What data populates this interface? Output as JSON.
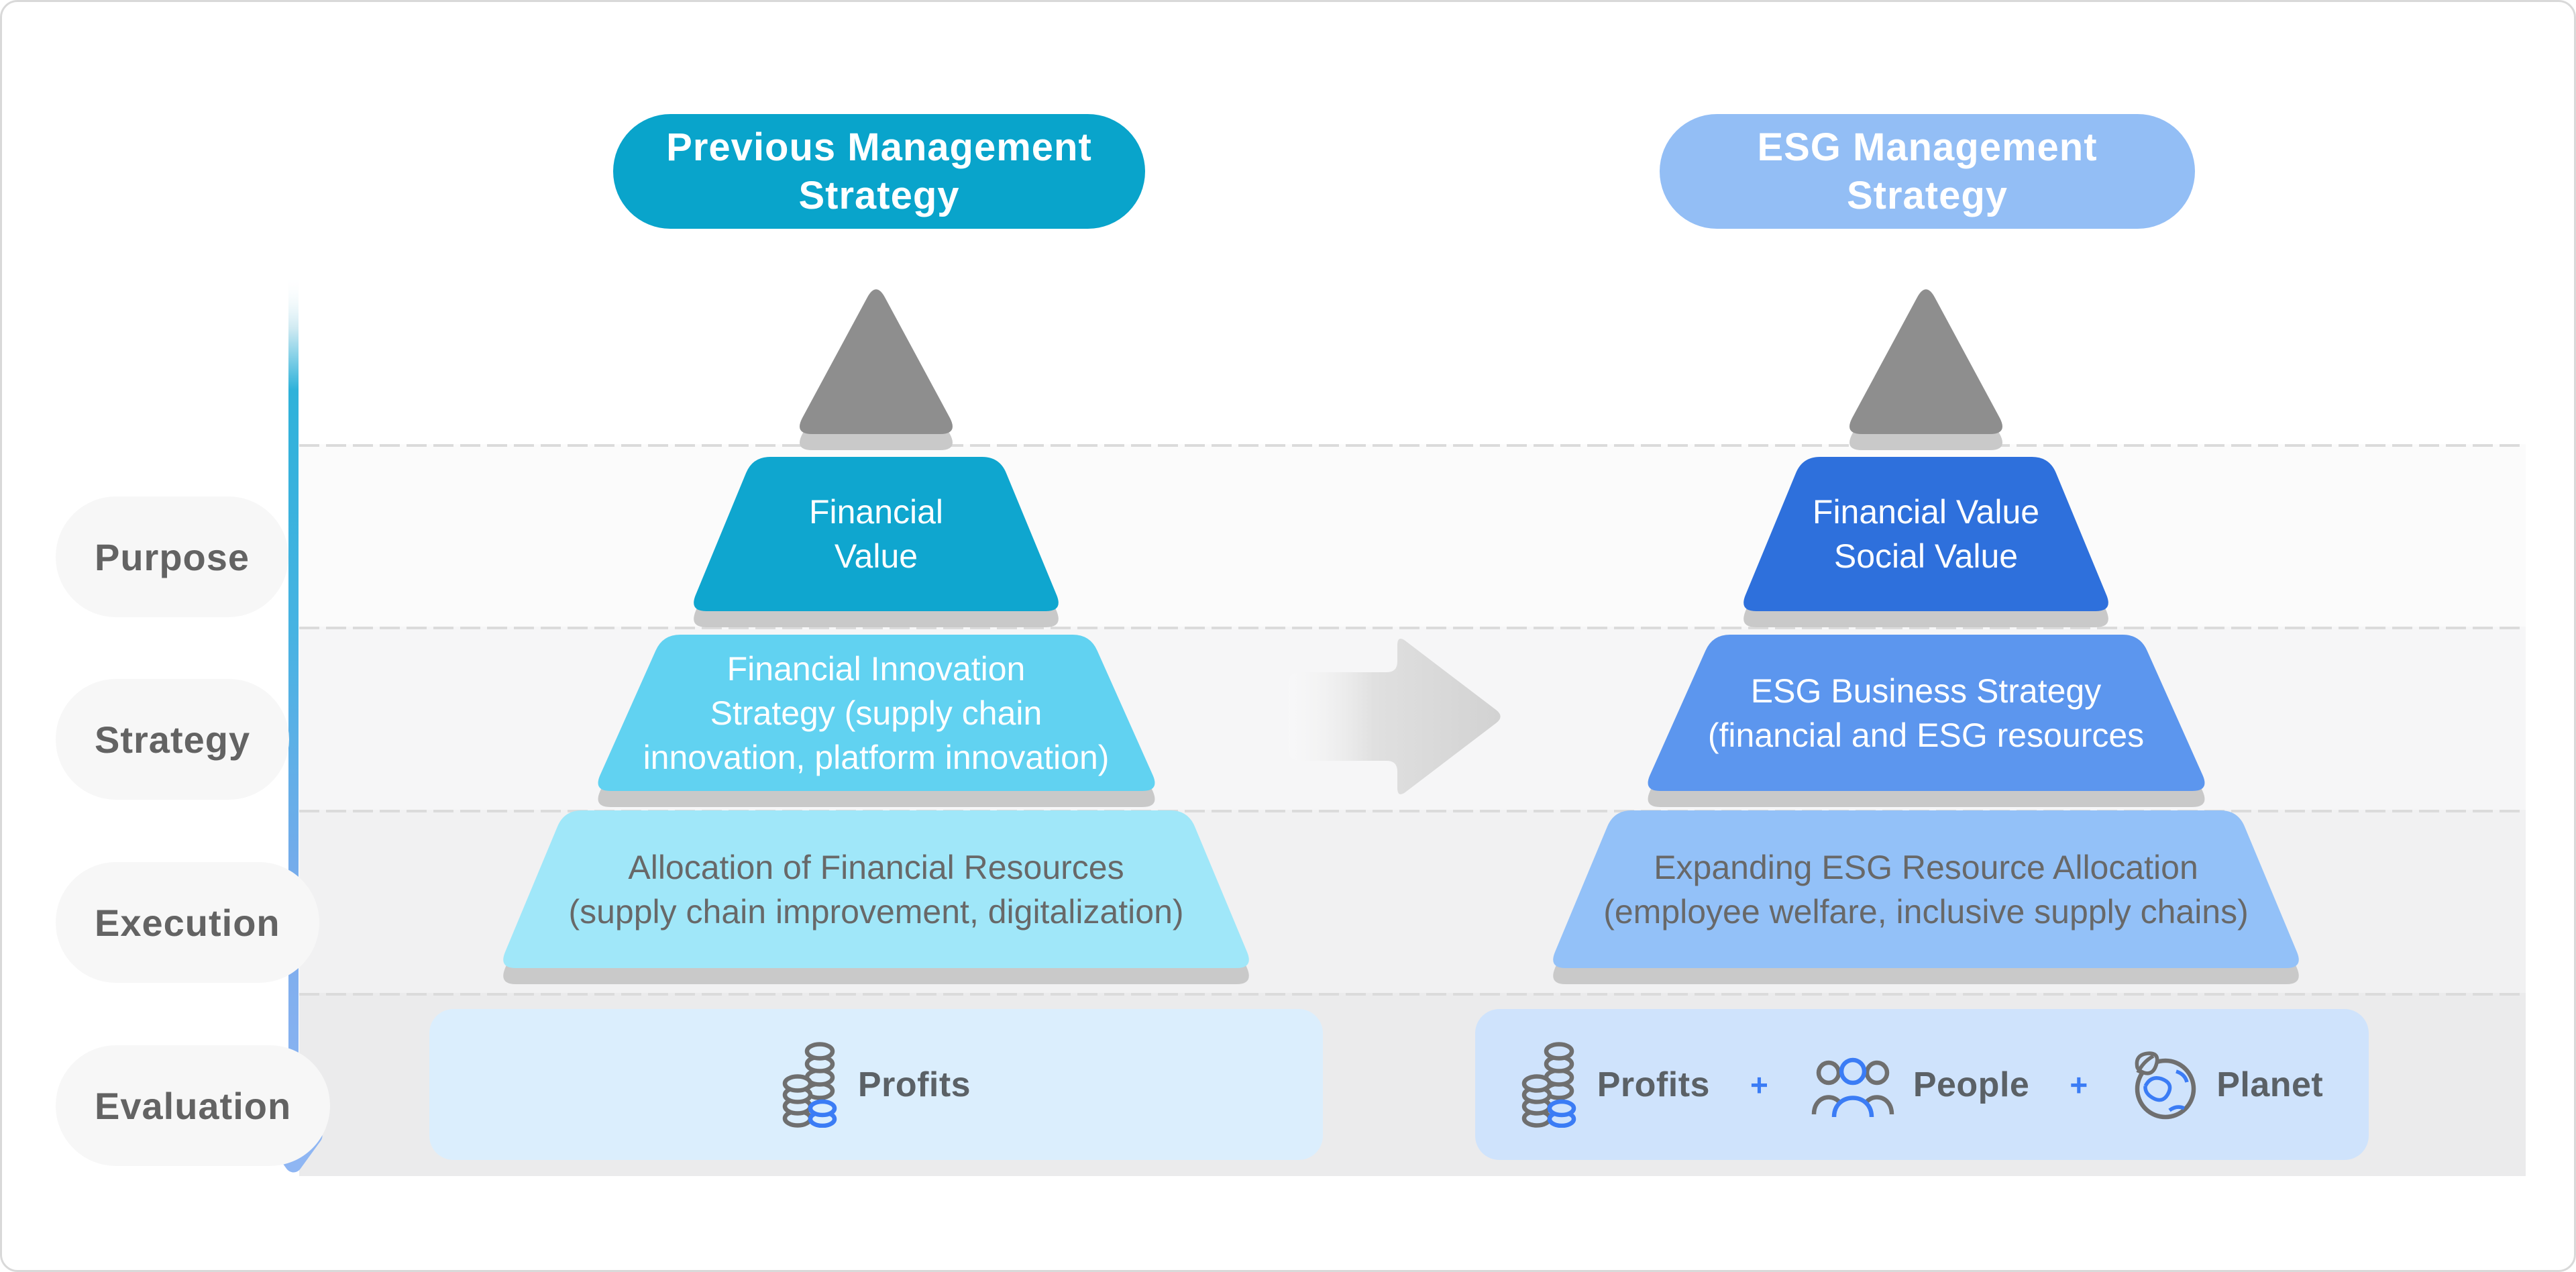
{
  "titles": {
    "left": "Previous Management\nStrategy",
    "right": "ESG Management\nStrategy"
  },
  "row_labels": {
    "purpose": "Purpose",
    "strategy": "Strategy",
    "execution": "Execution",
    "evaluation": "Evaluation"
  },
  "left_pyramid": {
    "purpose": "Financial\nValue",
    "strategy": "Financial Innovation\nStrategy (supply chain\ninnovation, platform innovation)",
    "execution": "Allocation of Financial Resources\n(supply chain improvement, digitalization)",
    "evaluation": {
      "profits": "Profits"
    }
  },
  "right_pyramid": {
    "purpose": "Financial Value\nSocial Value",
    "strategy": "ESG Business Strategy\n(financial and ESG resources",
    "execution": "Expanding ESG Resource Allocation\n(employee welfare, inclusive supply chains)",
    "evaluation": {
      "profits": "Profits",
      "people": "People",
      "planet": "Planet",
      "plus": "+"
    }
  },
  "icons": [
    "coins-icon",
    "people-icon",
    "planet-icon",
    "down-arrow-icon",
    "right-arrow-icon"
  ],
  "colors": {
    "teal_title": "#09a4cb",
    "teal_purpose": "#0fa6cf",
    "sky_strategy": "#61d2f1",
    "pale_sky_execution": "#a0e7f9",
    "pale_blue_panel": "#dbeefd",
    "right_title": "#93bef5",
    "royal_blue_purpose": "#2e70dc",
    "medium_blue_strategy": "#5c96ee",
    "light_blue_execution": "#93c1f8",
    "blue_panel": "#cfe3fc",
    "accent_blue": "#3b7cf5",
    "gray_triangle": "#8e8e8e",
    "shadow_gray": "#c9c9c9"
  }
}
